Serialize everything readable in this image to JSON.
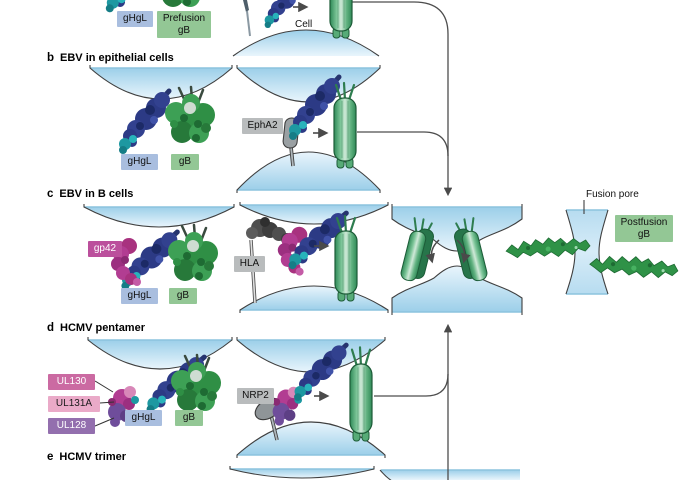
{
  "figure": {
    "panel_a": {
      "ghgl_label": "gHgL",
      "prefusion_gb_label": "Prefusion gB",
      "cell_label": "Cell"
    },
    "panel_b": {
      "letter": "b",
      "title": "EBV in epithelial cells",
      "receptor_label": "EphA2",
      "ghgl_label": "gHgL",
      "gb_label": "gB"
    },
    "panel_c": {
      "letter": "c",
      "title": "EBV in B cells",
      "gp42_label": "gp42",
      "receptor_label": "HLA",
      "ghgl_label": "gHgL",
      "gb_label": "gB",
      "fusion_pore_label": "Fusion pore",
      "postfusion_gb_label": "Postfusion gB"
    },
    "panel_d": {
      "letter": "d",
      "title": "HCMV pentamer",
      "ul130_label": "UL130",
      "ul131a_label": "UL131A",
      "ul128_label": "UL128",
      "receptor_label": "NRP2",
      "ghgl_label": "gHgL",
      "gb_label": "gB"
    },
    "panel_e": {
      "letter": "e",
      "title": "HCMV trimer"
    },
    "colors": {
      "ghgl_box": "#a9bedf",
      "gb_box": "#93c795",
      "receptor_box": "#b9bcbd",
      "gp42_box": "#bb4f9c",
      "ul130_box": "#cb6aa2",
      "ul131a_box": "#eaaac8",
      "ul128_box": "#936fae",
      "membrane_blue": "#9ccfe9",
      "gb_protein_green": "#3f9e68",
      "ghgl_protein_blue": "#2c3a85",
      "gl_teal": "#1d98a1",
      "gp42_protein_magenta": "#b23d92",
      "ul128_protein_purple": "#6f4d9b",
      "connector_gray": "#4d4d4d"
    }
  }
}
